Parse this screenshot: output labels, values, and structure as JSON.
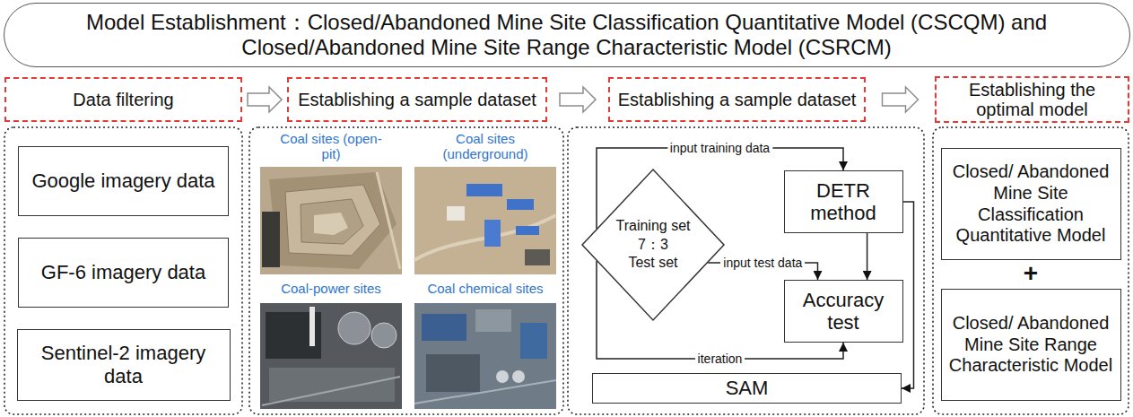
{
  "diagram": {
    "nodes": [
      {
        "text": [
          "Model Establishment：Closed/Abandoned Mine Site Classification Quantitative Model (CSCQM) and Closed/Abandoned Mine Site Range Characteristic Model (CSRCM)"
        ]
      },
      {
        "text": [
          "Data filtering"
        ]
      },
      {
        "text": [
          "Establishing a sample dataset"
        ]
      },
      {
        "text": [
          "Establishing a sample dataset"
        ]
      },
      {
        "text": [
          "Establishing the optimal model"
        ]
      },
      {
        "text": [
          "Google imagery data"
        ]
      },
      {
        "text": [
          "GF-6 imagery data"
        ]
      },
      {
        "text": [
          "Sentinel-2 imagery data"
        ]
      },
      {
        "text": [
          "Training set",
          "7：3",
          "Test set"
        ]
      },
      {
        "text": [
          "DETR method"
        ]
      },
      {
        "text": [
          "Accuracy test"
        ]
      },
      {
        "text": [
          "SAM"
        ]
      },
      {
        "text": [
          "Closed/ Abandoned Mine Site Classification Quantitative Model"
        ]
      },
      {
        "text": [
          "Closed/ Abandoned Mine Site Range Characteristic Model"
        ]
      }
    ],
    "edges": [
      {
        "from": 1,
        "to": 2,
        "arrow": "to"
      },
      {
        "from": 2,
        "to": 3,
        "arrow": "to"
      },
      {
        "from": 3,
        "to": 4,
        "arrow": "to"
      },
      {
        "from": 8,
        "to": 9,
        "label": "input training data",
        "arrow": "to"
      },
      {
        "from": 8,
        "to": 10,
        "label": "input test data",
        "arrow": "to"
      },
      {
        "from": 9,
        "to": 10,
        "arrow": "to"
      },
      {
        "from": 8,
        "to": 10,
        "label": "iteration",
        "arrow": "to"
      },
      {
        "from": 9,
        "to": 11,
        "arrow": "to"
      }
    ],
    "labels": [
      "Coal sites (open-pit)",
      "Coal sites (underground)",
      "Coal-power sites",
      "Coal chemical sites",
      "+"
    ]
  }
}
